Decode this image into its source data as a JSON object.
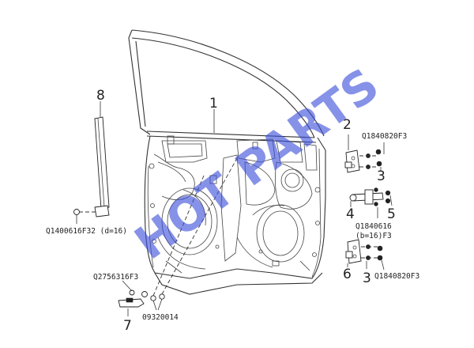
{
  "callouts": {
    "c1": "1",
    "c2": "2",
    "c3a": "3",
    "c3b": "3",
    "c4": "4",
    "c5": "5",
    "c6": "6",
    "c7": "7",
    "c8": "8"
  },
  "part_numbers": {
    "bolt_top": "Q1840820F3",
    "bolt_mid_1": "Q1840616",
    "bolt_mid_2": "(b=16)F3",
    "bolt_bottom": "Q1840820F3",
    "screw_left": "Q1400616F32 (d=16)",
    "screw_lower_left": "Q2756316F3",
    "clip_bottom": "09320014"
  },
  "watermark": "HOT PARTS"
}
